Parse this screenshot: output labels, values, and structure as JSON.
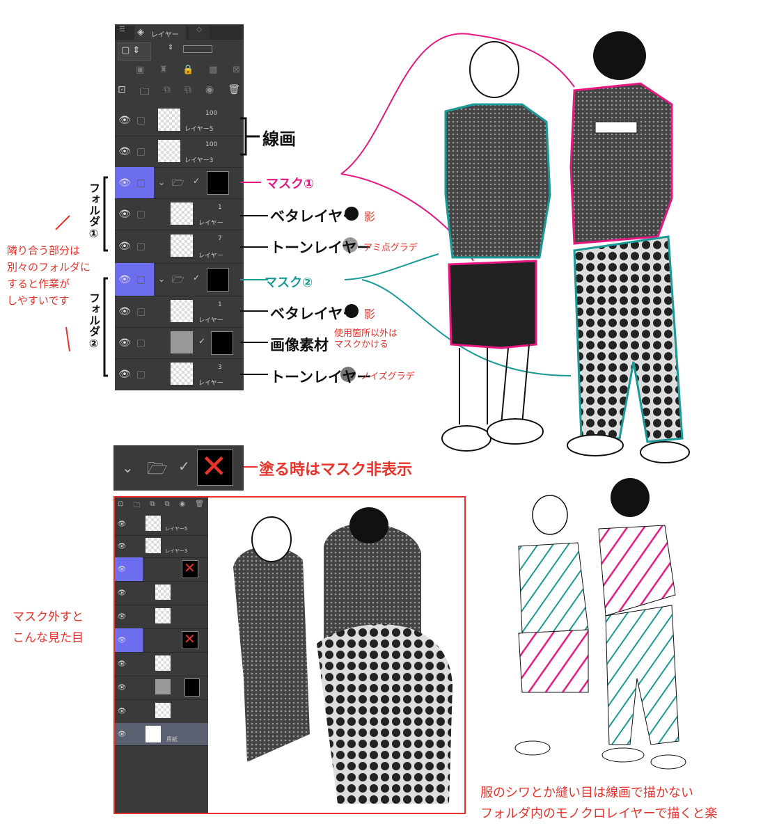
{
  "layer_panel": {
    "tab_label": "レイヤー",
    "layers": [
      {
        "name": "レイヤー5",
        "opacity": "100",
        "type": "raster"
      },
      {
        "name": "レイヤー3",
        "opacity": "100",
        "type": "raster"
      },
      {
        "name": "",
        "type": "folder",
        "selected": true
      },
      {
        "name": "レイヤー",
        "opacity": "1",
        "type": "raster"
      },
      {
        "name": "レイヤー",
        "opacity": "7",
        "type": "tone"
      },
      {
        "name": "",
        "type": "folder",
        "selected": true
      },
      {
        "name": "レイヤー",
        "opacity": "1",
        "type": "raster"
      },
      {
        "name": "",
        "type": "image-material"
      },
      {
        "name": "レイヤー",
        "opacity": "3",
        "type": "tone"
      }
    ],
    "paper_layer": "用紙"
  },
  "annotations": {
    "lineart": "線画",
    "mask1": "マスク①",
    "mask2": "マスク②",
    "beta_layer": "ベタレイヤー",
    "tone_layer": "トーンレイヤー",
    "image_material": "画像素材",
    "shadow": "影",
    "halftone_gradient": "アミ点グラデ",
    "noise_gradient": "ノイズグラデ",
    "mask_except_used": "使用箇所以外は\nマスクかける",
    "folder1": "フォルダ①",
    "folder2": "フォルダ②",
    "adjacent_tip": "隣り合う部分は\n別々のフォルダに\nすると作業が\nしやすいです",
    "hide_mask_tip": "塗る時はマスク非表示",
    "without_mask": "マスク外すと\nこんな見た目",
    "bottom_tip_1": "服のシワとか縫い目は線画で描かない",
    "bottom_tip_2": "フォルダ内のモノクロレイヤーで描くと楽"
  },
  "colors": {
    "mask1": "#e6177f",
    "mask2": "#1a9a96",
    "notes": "#e8332a",
    "selected_layer": "#6d6df0",
    "panel_bg": "#3a3a3a"
  }
}
